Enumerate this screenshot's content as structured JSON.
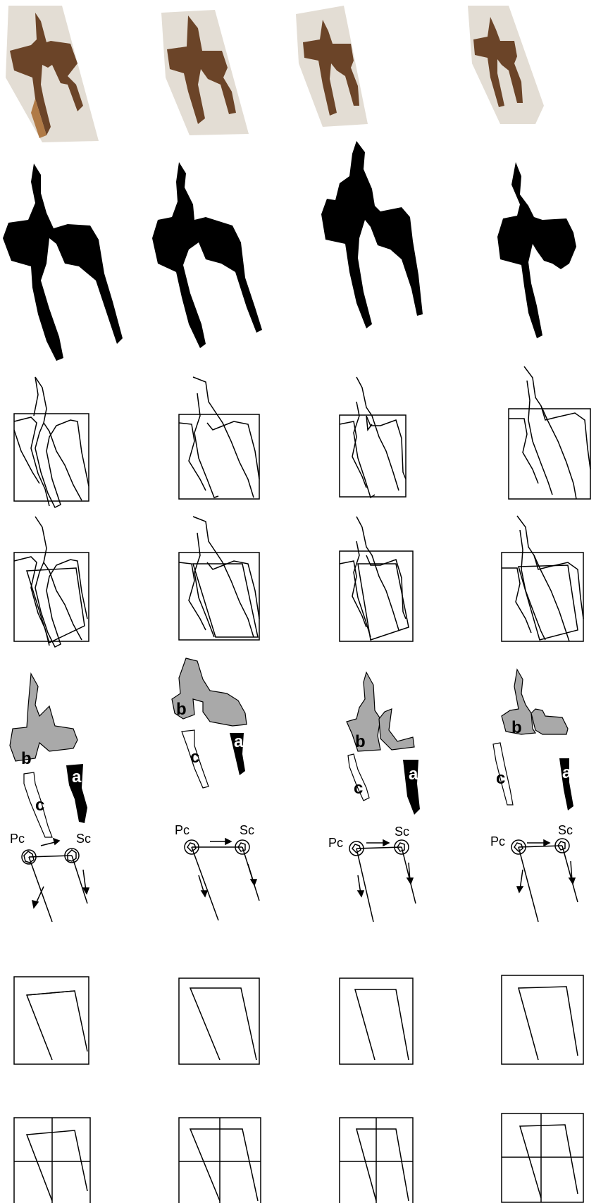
{
  "figure": {
    "columns": 4,
    "stages": [
      "photo",
      "binarized",
      "contour-bounding-box",
      "contour-skeleton-frame",
      "segmented-strokes",
      "stroke-vectors",
      "frame-polygon",
      "frame-grid"
    ]
  },
  "labels": {
    "primary_center": "Pc",
    "secondary_center": "Sc",
    "segment_a": "a",
    "segment_b": "b",
    "segment_c": "c"
  },
  "colors": {
    "ink": "#000000",
    "paper": "#e3ddd4",
    "ink_photo": "#6b4428",
    "ink_photo_light": "#9a6a42",
    "segment_fill": "#a9a9a9"
  }
}
